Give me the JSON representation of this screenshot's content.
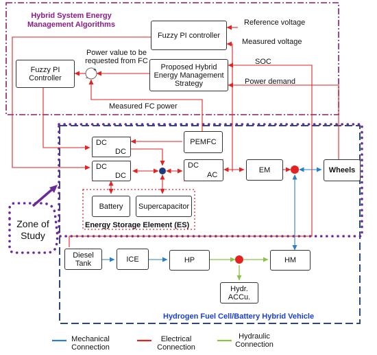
{
  "mgmt": {
    "title_line1": "Hybrid System Energy",
    "title_line2": "Management Algorithms",
    "fuzzy_pi_top": "Fuzzy PI controller",
    "fuzzy_pi_left_l1": "Fuzzy PI",
    "fuzzy_pi_left_l2": "Controller",
    "strategy_l1": "Proposed Hybrid",
    "strategy_l2": "Energy Management",
    "strategy_l3": "Strategy",
    "sum_plus": "+",
    "sum_minus": "-",
    "power_value_l1": "Power value to be",
    "power_value_l2": "requested from FC"
  },
  "signals": {
    "reference_voltage": "Reference voltage",
    "measured_voltage": "Measured voltage",
    "soc": "SOC",
    "power_demand": "Power demand",
    "measured_fc_power": "Measured FC power"
  },
  "components": {
    "dc": "DC",
    "ac": "AC",
    "pemfc": "PEMFC",
    "em": "EM",
    "wheels": "Wheels",
    "battery": "Battery",
    "supercapacitor": "Supercapacitor",
    "es_label": "Energy Storage Element (ES)",
    "diesel_l1": "Diesel",
    "diesel_l2": "Tank",
    "ice": "ICE",
    "hp": "HP",
    "hm": "HM",
    "hydr_l1": "Hydr.",
    "hydr_l2": "ACCu."
  },
  "zone": {
    "line1": "Zone of",
    "line2": "Study"
  },
  "vehicle_label": "Hydrogen Fuel Cell/Battery Hybrid Vehicle",
  "legend": {
    "mechanical_l1": "Mechanical",
    "mechanical_l2": "Connection",
    "electrical_l1": "Electrical",
    "electrical_l2": "Connection",
    "hydraulic_l1": "Hydraulic",
    "hydraulic_l2": "Connection"
  },
  "colors": {
    "electrical": "#e32222",
    "mechanical": "#2a7fc9",
    "hydraulic": "#8bc34a",
    "management_border": "#8b1a6b",
    "vehicle_border": "#2b4a7a",
    "zone_dots": "#6a2b9a",
    "title_purple": "#8b1a8b",
    "vehicle_label_blue": "#1a3fd6",
    "junction_blue": "#1f3a7a"
  }
}
